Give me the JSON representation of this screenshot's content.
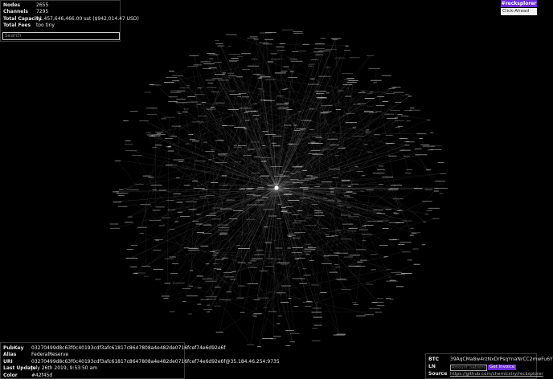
{
  "stats": {
    "nodes_label": "Nodes",
    "nodes": "2655",
    "channels_label": "Channels",
    "channels": "7295",
    "capacity_label": "Total Capacity",
    "capacity": "11,457,646,466.00 sat ($942,014.47 USD)",
    "fees_label": "Total Fees",
    "fees": "too tiny"
  },
  "search": {
    "placeholder": "Search"
  },
  "brand": {
    "logo": "#recksplorer",
    "click": "Click-Ahead"
  },
  "node_info": {
    "pubkey_label": "PubKey",
    "pubkey": "03270499d8c63f0c40193cdf3afc61817c8647808a4e482de0716fcef74e6d92e6f",
    "alias_label": "Alias",
    "alias": "FederalReserve",
    "uri_label": "URI",
    "uri": "03270499d8c63f0c40193cdf3afc61817c8647808a4e482de0716fcef74e6d92e6f@35.184.46.254:9735",
    "update_label": "Last Update",
    "update": "July 26th 2019, 9:53:50 am",
    "color_label": "Color",
    "color": "#42f45d"
  },
  "tip": {
    "btc_label": "BTC",
    "btc": "39AqCMa8w4rzNxDrPsqYnaNrCC2mwFu6Y",
    "ln_label": "LN",
    "ln_placeholder": "Amount (satoshi)",
    "ln_button": "Get Invoice",
    "source_label": "Source",
    "source": "https://github.com/chemicstry/recksplorer"
  }
}
